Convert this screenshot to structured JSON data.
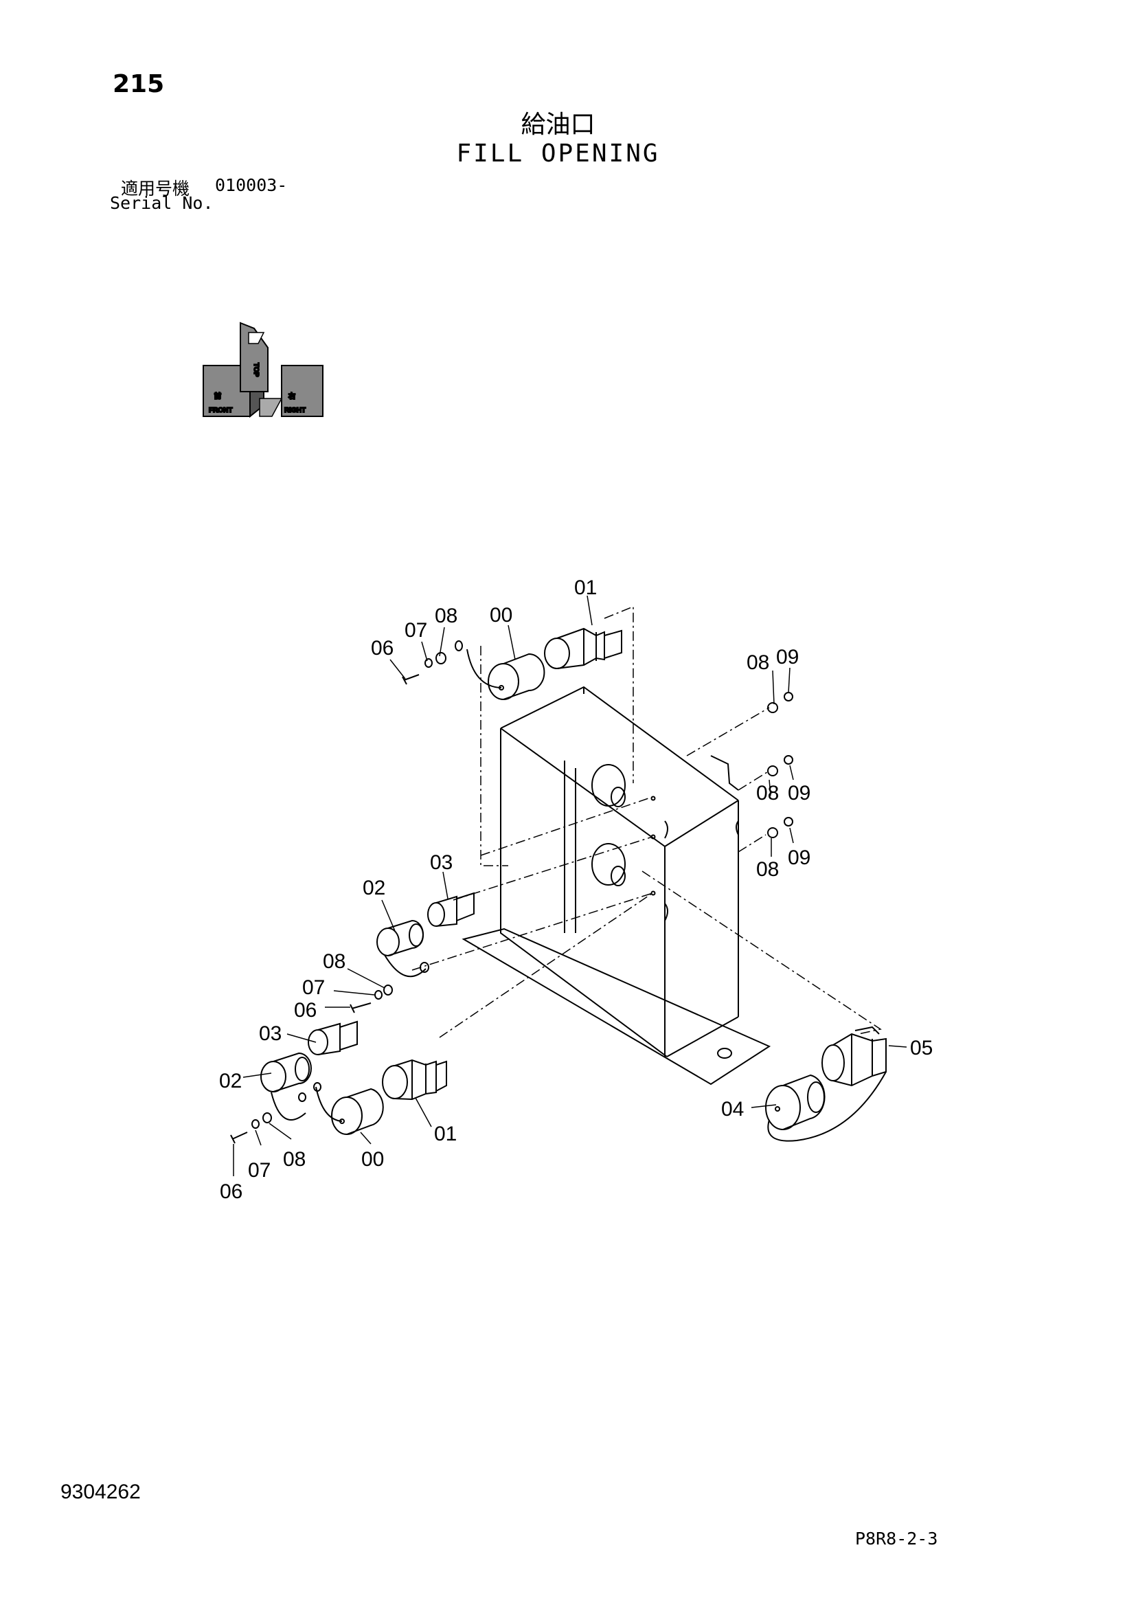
{
  "header": {
    "page_number": "215",
    "title_jp": "給油口",
    "title_en": "FILL OPENING",
    "serial_label_jp": "適用号機",
    "serial_value": "010003-",
    "serial_label_en": "Serial No."
  },
  "orientation": {
    "top": "TOP",
    "front": "FRONT",
    "right": "RIGHT",
    "front_jp": "前",
    "right_jp": "右"
  },
  "callouts": [
    {
      "id": "c-01-top",
      "label": "01"
    },
    {
      "id": "c-00-top",
      "label": "00"
    },
    {
      "id": "c-07-top",
      "label": "07"
    },
    {
      "id": "c-08-top",
      "label": "08"
    },
    {
      "id": "c-06-top",
      "label": "06"
    },
    {
      "id": "c-08-r1",
      "label": "08"
    },
    {
      "id": "c-09-r1",
      "label": "09"
    },
    {
      "id": "c-08-r2",
      "label": "08"
    },
    {
      "id": "c-09-r2",
      "label": "09"
    },
    {
      "id": "c-08-r3",
      "label": "08"
    },
    {
      "id": "c-09-r3",
      "label": "09"
    },
    {
      "id": "c-03-mid",
      "label": "03"
    },
    {
      "id": "c-02-mid",
      "label": "02"
    },
    {
      "id": "c-08-mid",
      "label": "08"
    },
    {
      "id": "c-07-mid",
      "label": "07"
    },
    {
      "id": "c-06-mid",
      "label": "06"
    },
    {
      "id": "c-03-low",
      "label": "03"
    },
    {
      "id": "c-02-low",
      "label": "02"
    },
    {
      "id": "c-05",
      "label": "05"
    },
    {
      "id": "c-04",
      "label": "04"
    },
    {
      "id": "c-01-low",
      "label": "01"
    },
    {
      "id": "c-00-low",
      "label": "00"
    },
    {
      "id": "c-08-low",
      "label": "08"
    },
    {
      "id": "c-07-low",
      "label": "07"
    },
    {
      "id": "c-06-low",
      "label": "06"
    }
  ],
  "footer": {
    "document_number": "9304262",
    "page_code": "P8R8-2-3"
  }
}
